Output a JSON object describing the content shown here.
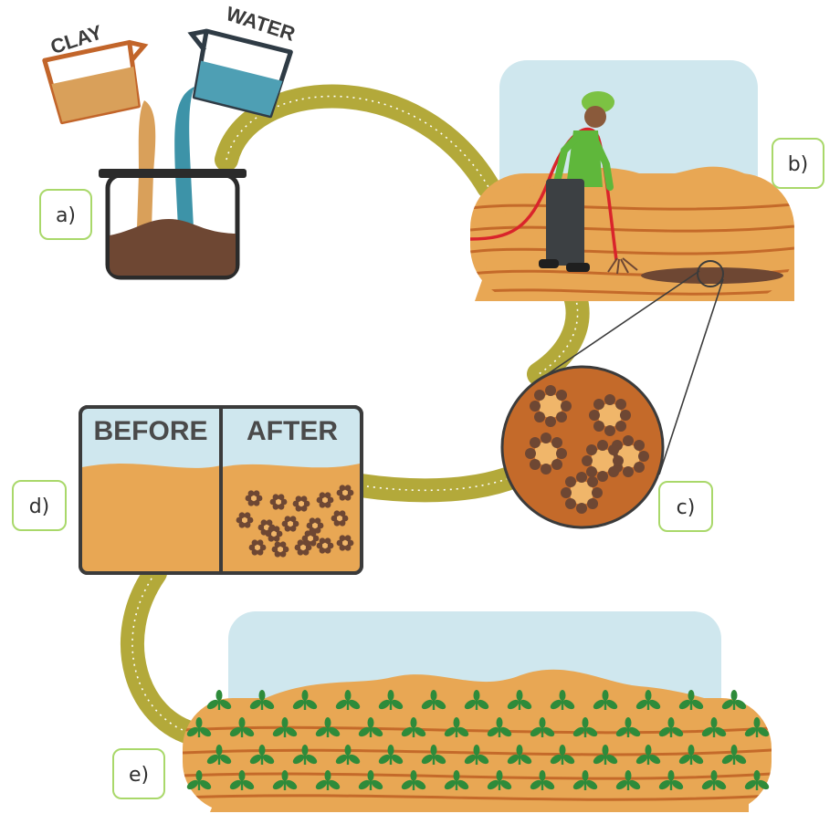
{
  "steps": {
    "a": "a)",
    "b": "b)",
    "c": "c)",
    "d": "d)",
    "e": "e)"
  },
  "pour": {
    "clay": "CLAY",
    "water": "WATER"
  },
  "comparison": {
    "before": "BEFORE",
    "after": "AFTER"
  },
  "colors": {
    "path": "#b3a93a",
    "sky": "#cfe7ee",
    "sand": "#e8a754",
    "furrow": "#c46a2a",
    "clay": "#d9a05a",
    "water": "#3d93a8",
    "mud": "#6e4733",
    "plant": "#2e8b3a",
    "label_border": "#a9d86a"
  }
}
